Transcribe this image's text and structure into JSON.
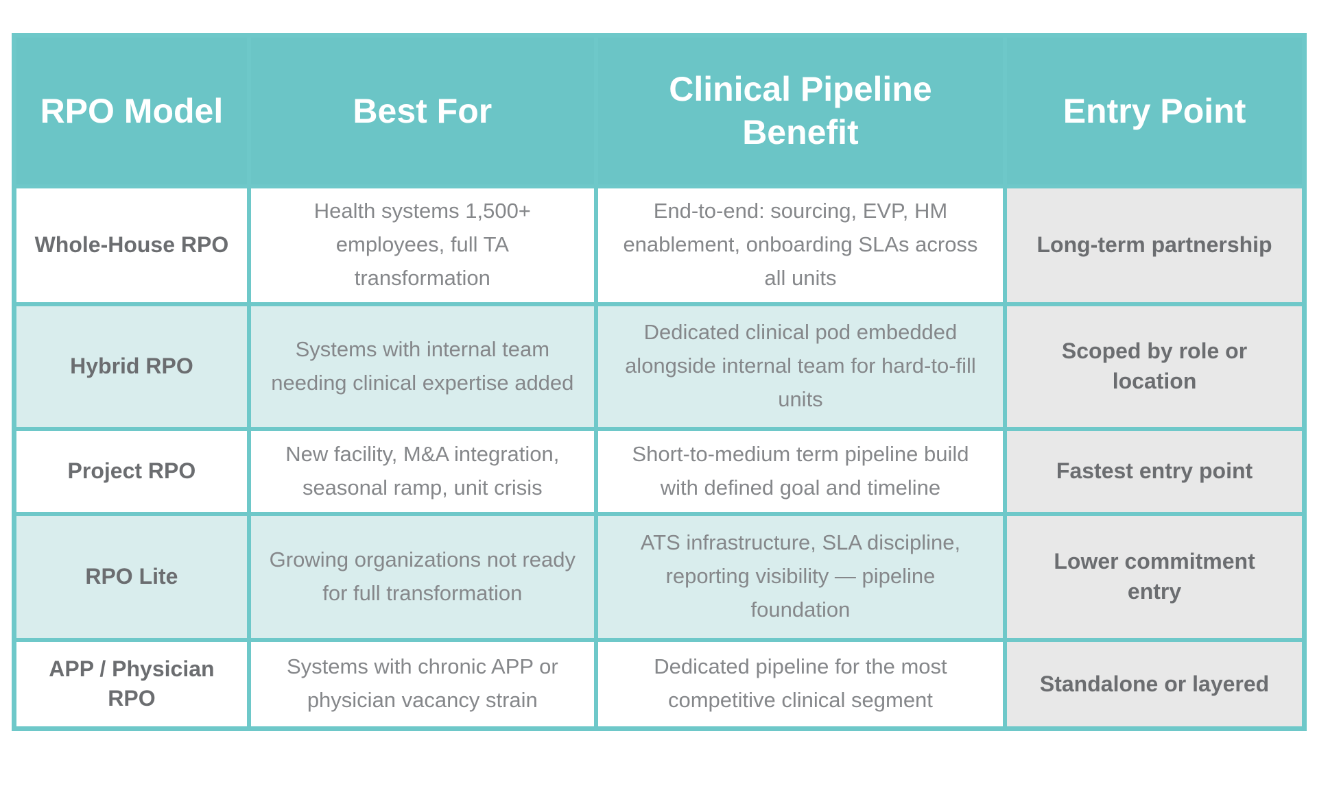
{
  "table": {
    "columns": [
      "RPO Model",
      "Best For",
      "Clinical Pipeline Benefit",
      "Entry Point"
    ],
    "rows": [
      {
        "model": "Whole-House RPO",
        "best_for": "Health systems 1,500+ employees, full TA transformation",
        "benefit": "End-to-end: sourcing, EVP, HM enablement, onboarding SLAs across all units",
        "entry_point": "Long-term partnership"
      },
      {
        "model": "Hybrid RPO",
        "best_for": "Systems with internal team needing clinical expertise added",
        "benefit": "Dedicated clinical pod embedded alongside internal team for hard-to-fill units",
        "entry_point": "Scoped by role or location"
      },
      {
        "model": "Project RPO",
        "best_for": "New facility, M&A integration, seasonal ramp, unit crisis",
        "benefit": "Short-to-medium term pipeline build with defined goal and timeline",
        "entry_point": "Fastest entry point"
      },
      {
        "model": "RPO Lite",
        "best_for": "Growing organizations not ready for full transformation",
        "benefit": "ATS infrastructure, SLA discipline, reporting visibility — pipeline foundation",
        "entry_point": "Lower commitment entry"
      },
      {
        "model": "APP / Physician RPO",
        "best_for": "Systems with chronic APP or physician vacancy strain",
        "benefit": "Dedicated pipeline for the most competitive clinical segment",
        "entry_point": "Standalone or layered"
      }
    ]
  },
  "chart_data": {
    "type": "table",
    "title": "",
    "columns": [
      "RPO Model",
      "Best For",
      "Clinical Pipeline Benefit",
      "Entry Point"
    ],
    "rows": [
      [
        "Whole-House RPO",
        "Health systems 1,500+ employees, full TA transformation",
        "End-to-end: sourcing, EVP, HM enablement, onboarding SLAs across all units",
        "Long-term partnership"
      ],
      [
        "Hybrid RPO",
        "Systems with internal team needing clinical expertise added",
        "Dedicated clinical pod embedded alongside internal team for hard-to-fill units",
        "Scoped by role or location"
      ],
      [
        "Project RPO",
        "New facility, M&A integration, seasonal ramp, unit crisis",
        "Short-to-medium term pipeline build with defined goal and timeline",
        "Fastest entry point"
      ],
      [
        "RPO Lite",
        "Growing organizations not ready for full transformation",
        "ATS infrastructure, SLA discipline, reporting visibility — pipeline foundation",
        "Lower commitment entry"
      ],
      [
        "APP / Physician RPO",
        "Systems with chronic APP or physician vacancy strain",
        "Dedicated pipeline for the most competitive clinical segment",
        "Standalone or layered"
      ]
    ]
  },
  "colors": {
    "header_teal": "#6bc5c6",
    "border_teal": "#6ec8c9",
    "row_tint": "#d9eded",
    "entry_gray": "#e8e8e8",
    "header_text": "#ffffff",
    "body_text": "#85878a",
    "bold_text": "#6b6d70"
  }
}
